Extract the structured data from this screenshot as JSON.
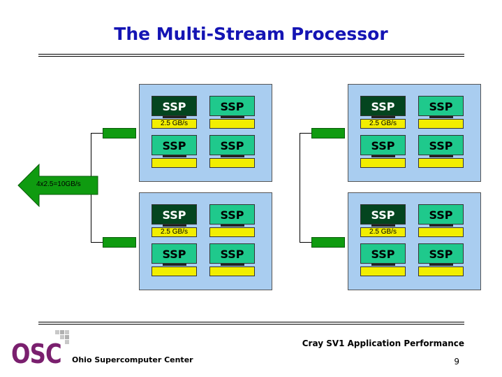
{
  "slide": {
    "title": "The Multi-Stream Processor",
    "footer_right": "Cray SV1 Application Performance",
    "footer_left": "Ohio Supercomputer Center",
    "page_number": "9",
    "logo_text": "OSC"
  },
  "diagram": {
    "ssp_label": "SSP",
    "bandwidth_label": "2.5 GB/s",
    "aggregate_label": "4x2.5=10GB/s"
  },
  "colors": {
    "title": "#1414b4",
    "panel": "#a9cdf0",
    "ssp_active": "#04451f",
    "ssp": "#1fc98c",
    "bar": "#f2ee00",
    "connector": "#0f9b10",
    "logo": "#7a1f6e"
  }
}
